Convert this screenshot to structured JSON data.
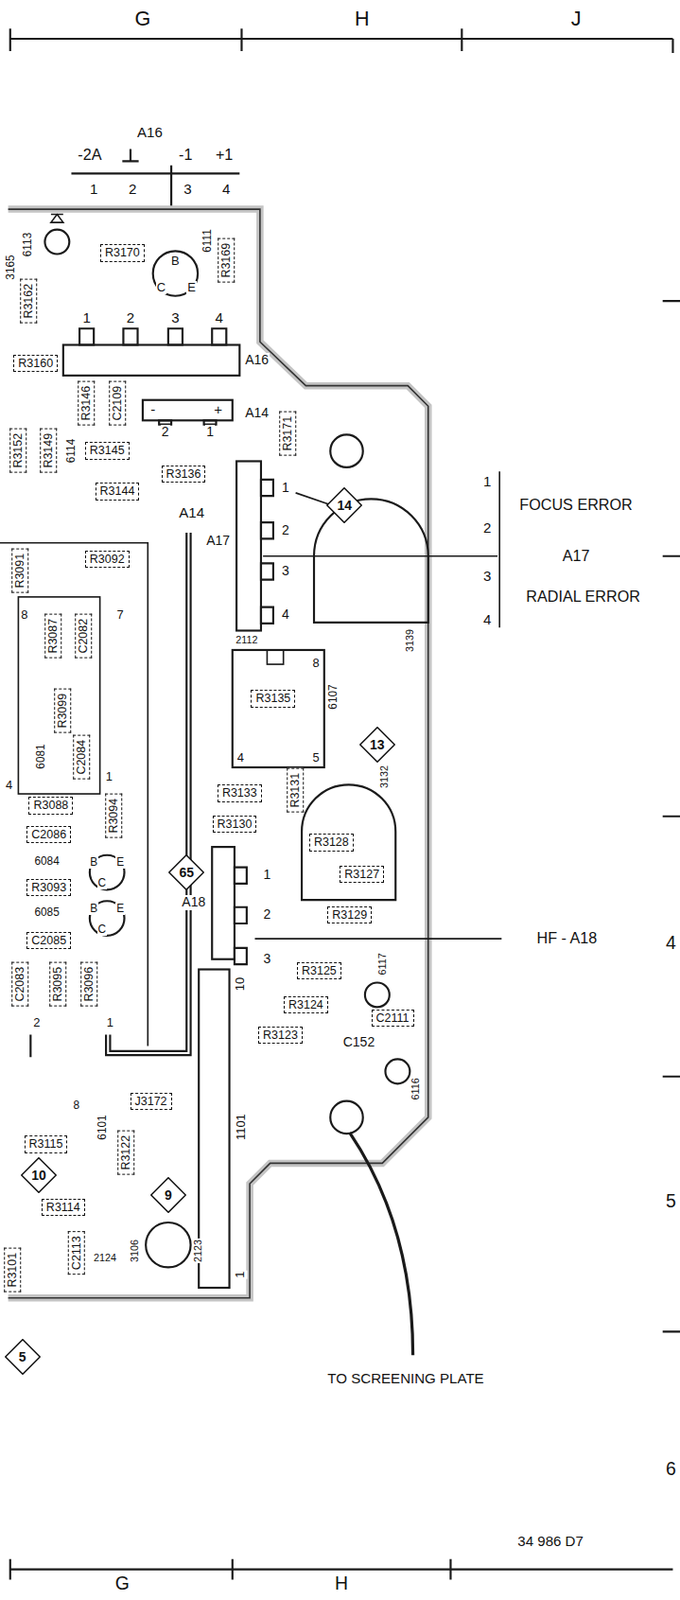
{
  "diagram": {
    "nodes": [
      {
        "text": [
          "R3170"
        ]
      },
      {
        "text": [
          "R3169"
        ]
      },
      {
        "text": [
          "R3162"
        ]
      },
      {
        "text": [
          "R3160"
        ]
      },
      {
        "text": [
          "R3146"
        ]
      },
      {
        "text": [
          "C2109"
        ]
      },
      {
        "text": [
          "R3171"
        ]
      },
      {
        "text": [
          "R3152"
        ]
      },
      {
        "text": [
          "R3149"
        ]
      },
      {
        "text": [
          "R3145"
        ]
      },
      {
        "text": [
          "R3136"
        ]
      },
      {
        "text": [
          "R3144"
        ]
      },
      {
        "text": [
          "14"
        ]
      },
      {
        "text": [
          "R3092"
        ]
      },
      {
        "text": [
          "R3091"
        ]
      },
      {
        "text": [
          "R3087"
        ]
      },
      {
        "text": [
          "C2082"
        ]
      },
      {
        "text": [
          "R3135"
        ]
      },
      {
        "text": [
          "R3099"
        ]
      },
      {
        "text": [
          "13"
        ]
      },
      {
        "text": [
          "C2084"
        ]
      },
      {
        "text": [
          "R3131"
        ]
      },
      {
        "text": [
          "R3133"
        ]
      },
      {
        "text": [
          "R3088"
        ]
      },
      {
        "text": [
          "R3094"
        ]
      },
      {
        "text": [
          "R3130"
        ]
      },
      {
        "text": [
          "C2086"
        ]
      },
      {
        "text": [
          "R3128"
        ]
      },
      {
        "text": [
          "65"
        ]
      },
      {
        "text": [
          "R3127"
        ]
      },
      {
        "text": [
          "R3093"
        ]
      },
      {
        "text": [
          "R3129"
        ]
      },
      {
        "text": [
          "C2085"
        ]
      },
      {
        "text": [
          "R3125"
        ]
      },
      {
        "text": [
          "C2083"
        ]
      },
      {
        "text": [
          "R3095"
        ]
      },
      {
        "text": [
          "R3096"
        ]
      },
      {
        "text": [
          "R3124"
        ]
      },
      {
        "text": [
          "C2111"
        ]
      },
      {
        "text": [
          "R3123"
        ]
      },
      {
        "text": [
          "J3172"
        ]
      },
      {
        "text": [
          "R3115"
        ]
      },
      {
        "text": [
          "R3122"
        ]
      },
      {
        "text": [
          "10"
        ]
      },
      {
        "text": [
          "9"
        ]
      },
      {
        "text": [
          "R3114"
        ]
      },
      {
        "text": [
          "C2113"
        ]
      },
      {
        "text": [
          "R3101"
        ]
      },
      {
        "text": [
          "5"
        ]
      }
    ],
    "labels": [
      "G",
      "H",
      "J",
      "A16",
      "-2A",
      "-1",
      "+1",
      "1",
      "2",
      "3",
      "4",
      "6113",
      "6111",
      "B",
      "C",
      "E",
      "3165",
      "1",
      "2",
      "3",
      "4",
      "A16",
      "-",
      "+",
      "A14",
      "2",
      "1",
      "6114",
      "A14",
      "1",
      "2",
      "3",
      "4",
      "A17",
      "1",
      "2",
      "3",
      "4",
      "FOCUS ERROR",
      "A17",
      "RADIAL ERROR",
      "3139",
      "8",
      "7",
      "6081",
      "4",
      "1",
      "6084",
      "B",
      "E",
      "C",
      "6085",
      "B",
      "E",
      "C",
      "2",
      "1",
      "2112",
      "8",
      "4",
      "5",
      "6107",
      "3132",
      "1",
      "2",
      "3",
      "A18",
      "HF - A18",
      "6117",
      "C152",
      "6116",
      "10",
      "1101",
      "1",
      "6101",
      "8",
      "2124",
      "3106",
      "2123",
      "TO SCREENING PLATE",
      "34 986 D7",
      "4",
      "5",
      "6",
      "G",
      "H"
    ]
  }
}
